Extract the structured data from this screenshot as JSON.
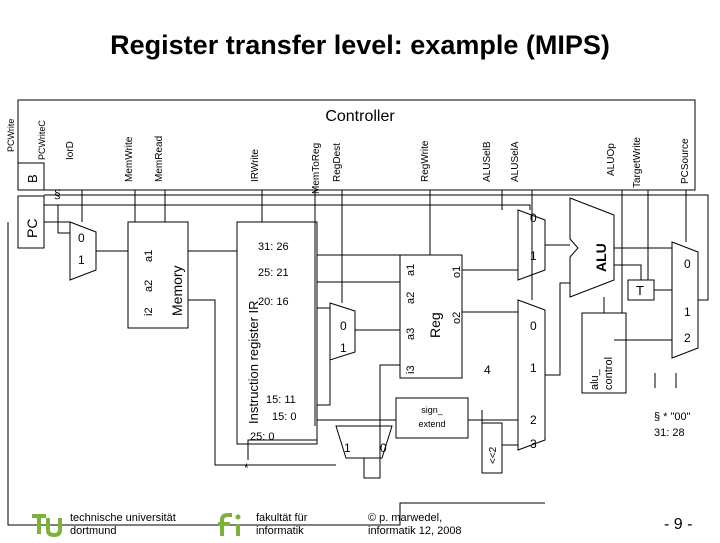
{
  "title": "Register transfer level: example (MIPS)",
  "controller": {
    "label": "Controller",
    "signals": {
      "pcwrite": "PCWrite",
      "pcwritec": "PCWriteC",
      "iord": "IorD",
      "memwrite": "MemWrite",
      "memread": "MemRead",
      "irwrite": "IRWrite",
      "memtoreg": "MemToReg",
      "regdest": "RegDest",
      "regwrite": "RegWrite",
      "aluselb": "ALUSelB",
      "alusela": "ALUSelA",
      "aluop": "ALUOp",
      "targetwrite": "TargetWrite",
      "pcsource": "PCSource"
    }
  },
  "blocks": {
    "b": "B",
    "pc": "PC",
    "memory": "Memory",
    "instruction_register": "Instruction register IR",
    "reg": "Reg",
    "alu": "ALU",
    "t": "T",
    "sign_extend": "sign_ extend",
    "shift_left_2": "<<2",
    "alu_control": "alu_ control"
  },
  "ports": {
    "memory": {
      "a1": "a1",
      "a2": "a2",
      "i2": "i2"
    },
    "reg": {
      "a1": "a1",
      "a2": "a2",
      "a3": "a3",
      "i3": "i3",
      "o1": "o1",
      "o2": "o2"
    }
  },
  "ir_fields": {
    "f1": "31: 26",
    "f2": "25: 21",
    "f3": "20: 16",
    "f4": "15: 11",
    "f5": "15: 0",
    "f6": "25: 0"
  },
  "mux_inputs": {
    "iord_0": "0",
    "iord_1": "1",
    "regdest_0": "0",
    "regdest_1": "1",
    "memtoreg_1": "1",
    "memtoreg_0": "0",
    "alusela_0": "0",
    "alusela_1": "1",
    "aluselb_0": "0",
    "aluselb_1": "1",
    "aluselb_2": "2",
    "aluselb_3": "3",
    "aluselb_4": "4",
    "pcsource_0": "0",
    "pcsource_1": "1",
    "pcsource_2": "2"
  },
  "misc": {
    "section": "§",
    "star": "*",
    "legend": "§ * \"00\"",
    "legend_bits": "31: 28"
  },
  "footer": {
    "university": [
      "technische universität",
      "dortmund"
    ],
    "faculty": [
      "fakultät für",
      "informatik"
    ],
    "author": [
      "© p. marwedel,",
      "informatik 12, 2008"
    ],
    "page": "- 9 -"
  }
}
